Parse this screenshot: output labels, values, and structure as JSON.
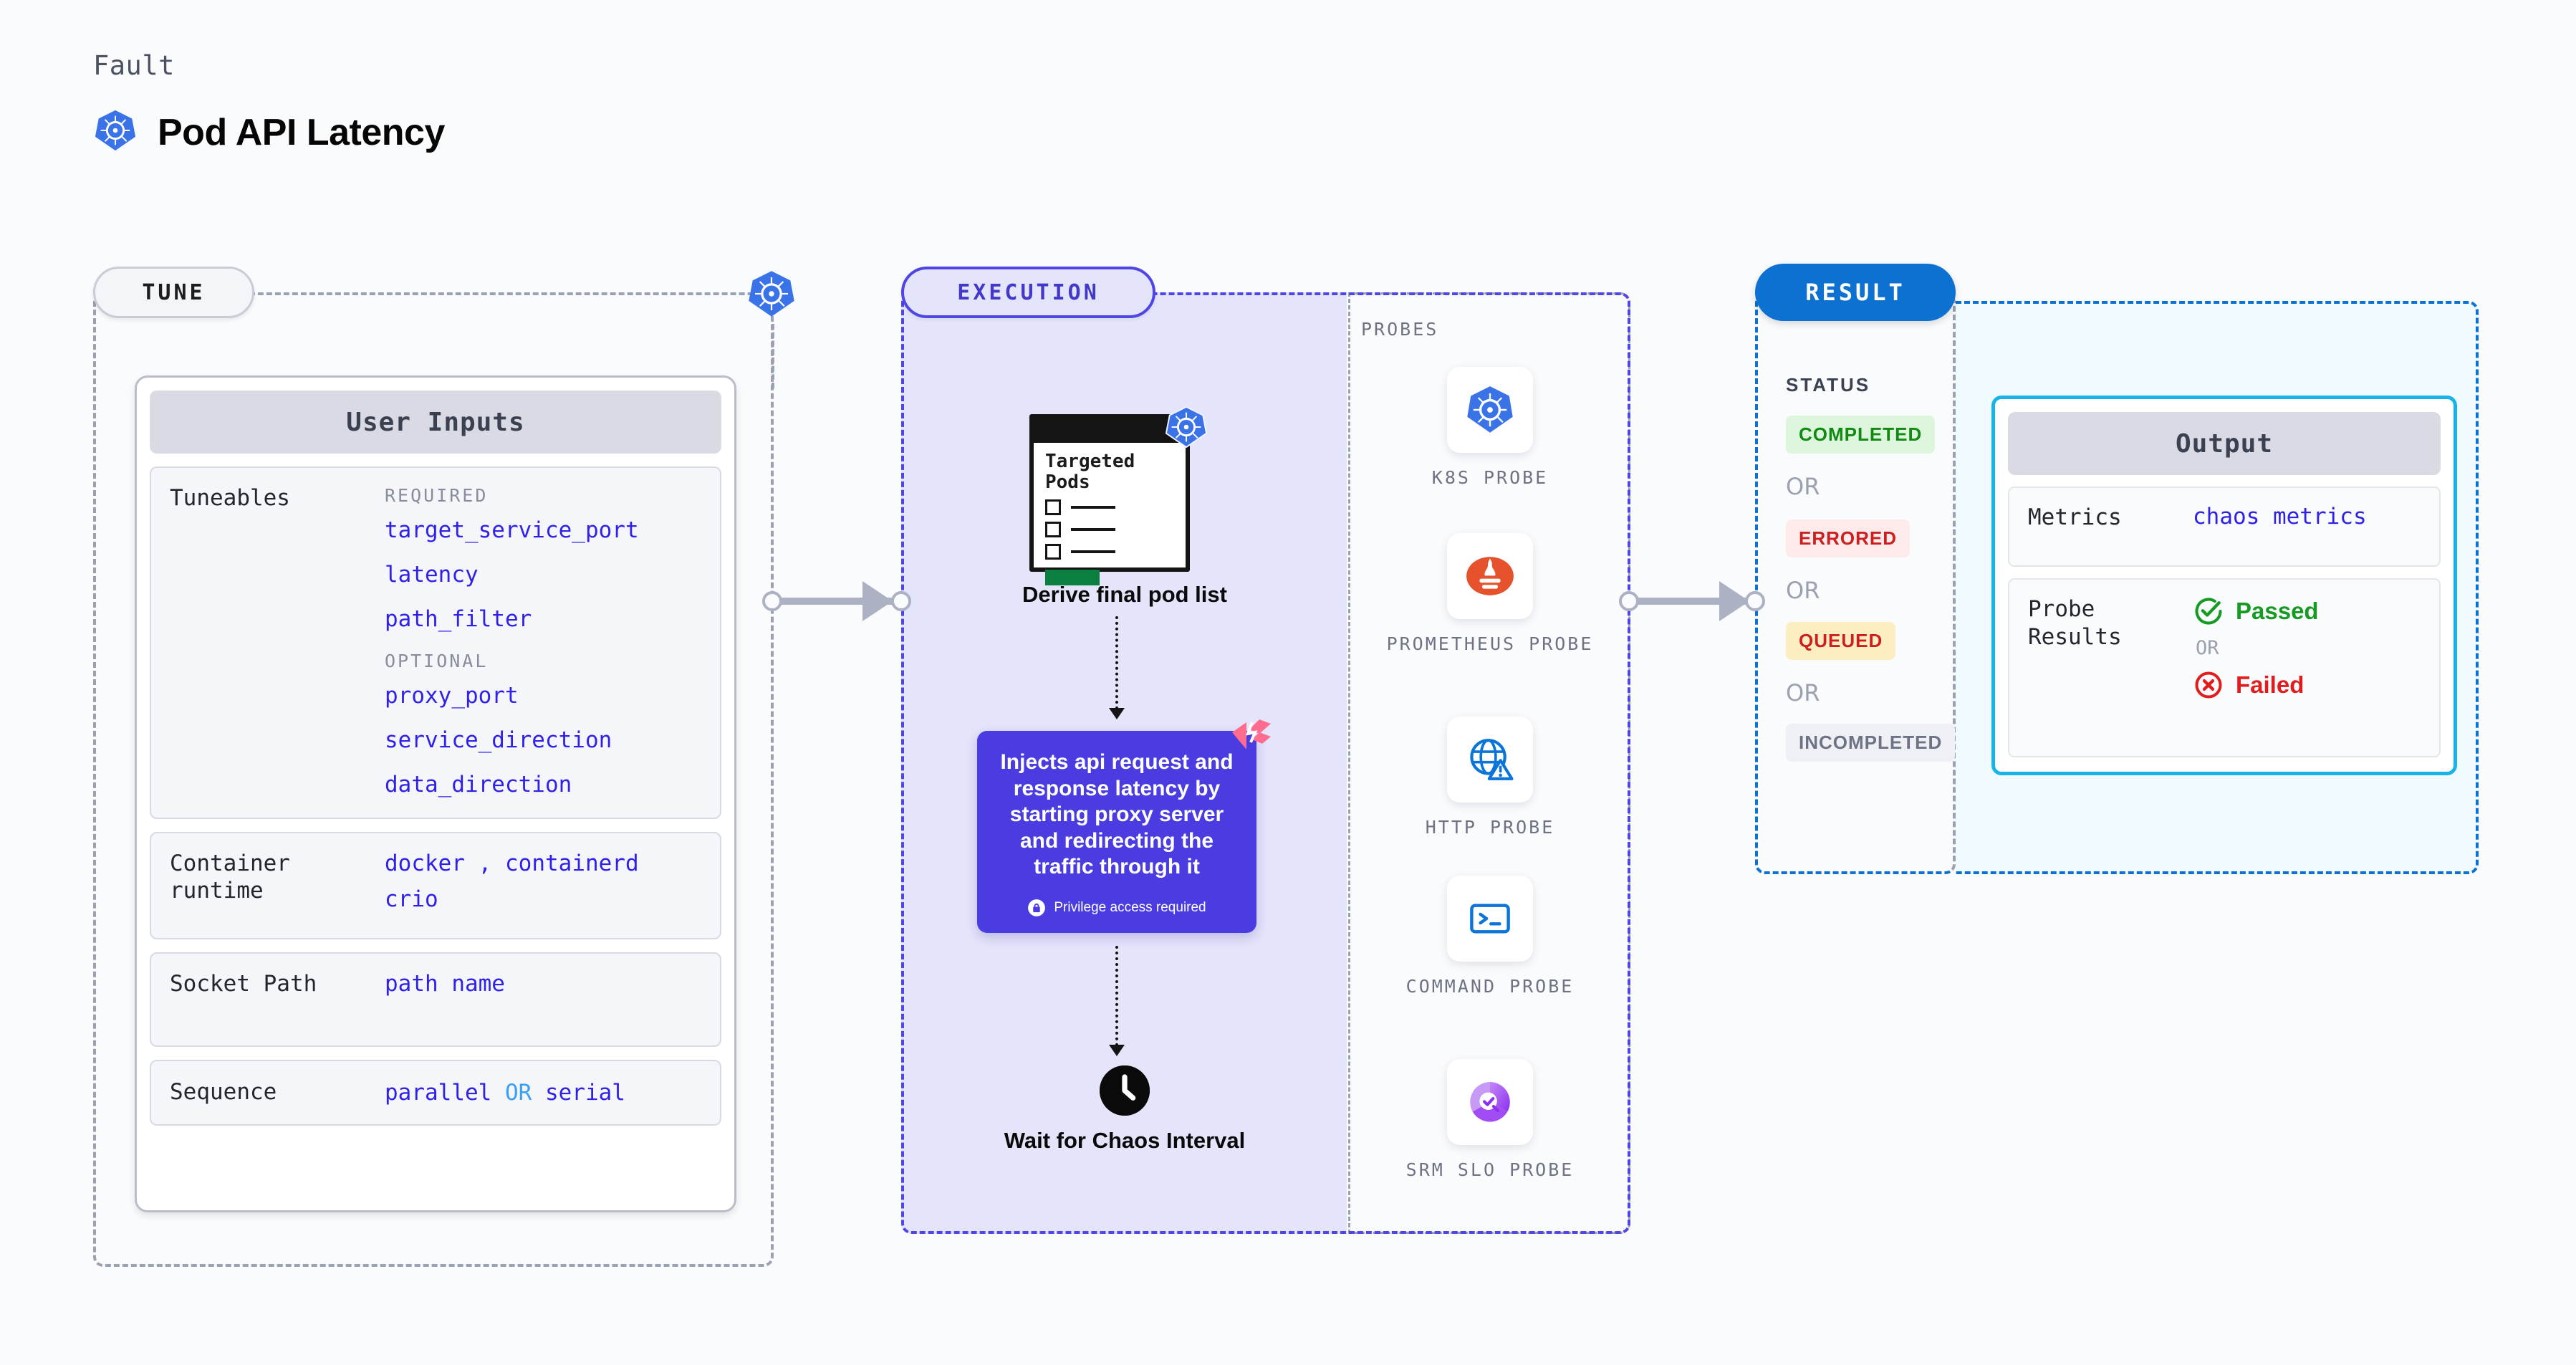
{
  "header": {
    "kicker": "Fault",
    "title": "Pod API Latency",
    "icon": "kubernetes-icon"
  },
  "tune": {
    "chip_label": "TUNE",
    "edge_icon": "kubernetes-icon",
    "card": {
      "header": "User Inputs",
      "rows": [
        {
          "label": "Tuneables",
          "required_label": "REQUIRED",
          "required_values": [
            "target_service_port",
            "latency",
            "path_filter"
          ],
          "optional_label": "OPTIONAL",
          "optional_values": [
            "proxy_port",
            "service_direction",
            "data_direction"
          ]
        },
        {
          "label": "Container runtime",
          "value_line1_a": "docker",
          "value_line1_sep": ",",
          "value_line1_b": "containerd",
          "value_line2": "crio"
        },
        {
          "label": "Socket Path",
          "value": "path name"
        },
        {
          "label": "Sequence",
          "value_a": "parallel",
          "value_or": "OR",
          "value_b": "serial"
        }
      ]
    }
  },
  "execution": {
    "chip_label": "EXECUTION",
    "targeted_card": {
      "title": "Targeted Pods",
      "icon": "kubernetes-icon",
      "checkbox_rows": 3
    },
    "derive_label": "Derive final pod list",
    "inject_card": {
      "text": "Injects api request and response latency by starting proxy server and redirecting the traffic through it",
      "footnote": "Privilege access required",
      "footnote_icon": "lock-icon",
      "corner_icon": "harness-logo",
      "bg_color": "#4a3ce0"
    },
    "wait": {
      "icon": "clock-icon",
      "label": "Wait for Chaos Interval"
    },
    "probes": {
      "title": "PROBES",
      "items": [
        {
          "label": "K8S PROBE",
          "icon": "kubernetes-icon"
        },
        {
          "label": "PROMETHEUS PROBE",
          "icon": "prometheus-icon"
        },
        {
          "label": "HTTP PROBE",
          "icon": "globe-warning-icon"
        },
        {
          "label": "COMMAND PROBE",
          "icon": "terminal-icon"
        },
        {
          "label": "SRM SLO PROBE",
          "icon": "slo-donut-icon"
        }
      ]
    }
  },
  "result": {
    "chip_label": "RESULT",
    "status_title": "STATUS",
    "or_label": "OR",
    "statuses": [
      {
        "label": "COMPLETED",
        "bg": "#dcf5dc",
        "fg": "#108a12"
      },
      {
        "label": "ERRORED",
        "bg": "#fdeaea",
        "fg": "#cc1f1f"
      },
      {
        "label": "QUEUED",
        "bg": "#fdeec2",
        "fg": "#cc1f1f"
      },
      {
        "label": "INCOMPLETED",
        "bg": "#eff0f5",
        "fg": "#6d7384"
      }
    ],
    "output": {
      "header": "Output",
      "metrics_label": "Metrics",
      "metrics_value": "chaos metrics",
      "probe_label": "Probe Results",
      "passed_label": "Passed",
      "passed_icon": "check-circle-icon",
      "or_label": "OR",
      "failed_label": "Failed",
      "failed_icon": "x-circle-icon"
    }
  },
  "colors": {
    "background": "#fafbfd",
    "tune_accent": "#9aa1b1",
    "execution_accent": "#4f46e5",
    "result_accent": "#0c71d0",
    "output_accent": "#18b4e9",
    "code_blue": "#3021e8"
  }
}
